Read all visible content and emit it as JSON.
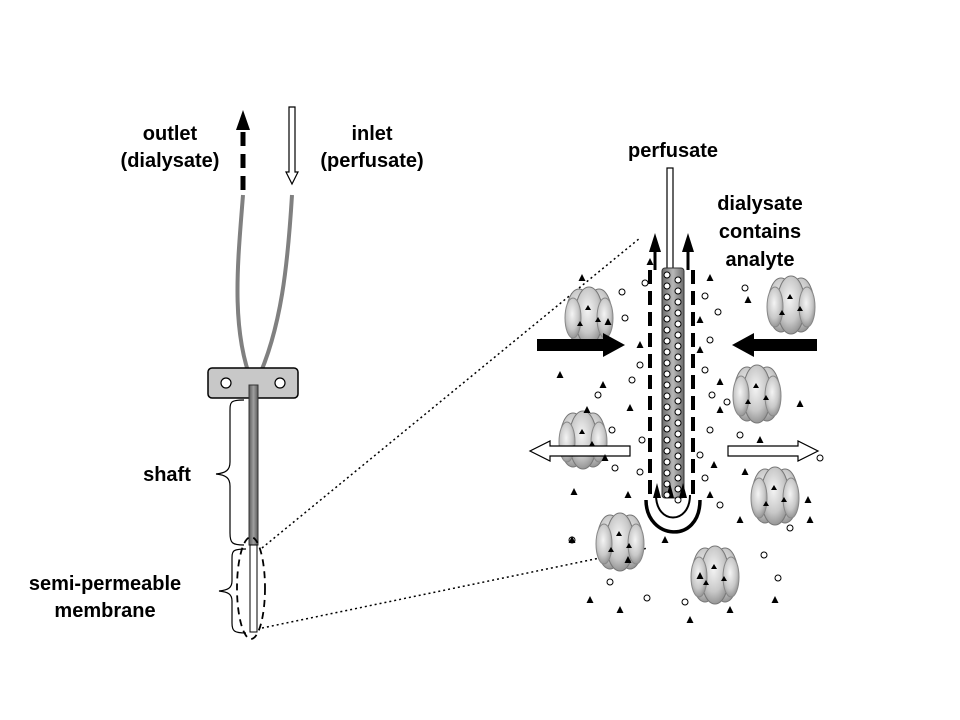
{
  "labels": {
    "outlet": "outlet",
    "outlet_sub": "(dialysate)",
    "inlet": "inlet",
    "inlet_sub": "(perfusate)",
    "shaft": "shaft",
    "membrane_line1": "semi-permeable",
    "membrane_line2": "membrane",
    "perfusate": "perfusate",
    "dialysate_line1": "dialysate",
    "dialysate_line2": "contains",
    "dialysate_line3": "analyte"
  },
  "colors": {
    "tubing": "#808080",
    "holder": "#c8c8c8",
    "shaft": "#707070",
    "arrow_dark": "#000000",
    "arrow_light": "#ffffff",
    "cell": "#d0d0d0"
  }
}
